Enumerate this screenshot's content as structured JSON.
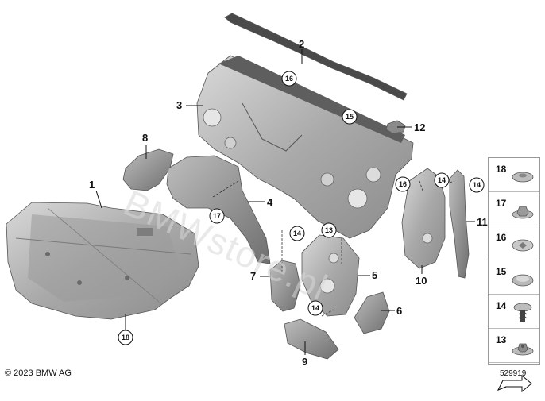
{
  "footer": {
    "copyright": "© 2023 BMW AG",
    "diagram_id": "529919"
  },
  "watermark": "BMWstore.pl",
  "part_labels": [
    {
      "id": "1",
      "text": "1"
    },
    {
      "id": "2",
      "text": "2"
    },
    {
      "id": "3",
      "text": "3"
    },
    {
      "id": "4",
      "text": "4"
    },
    {
      "id": "5",
      "text": "5"
    },
    {
      "id": "6",
      "text": "6"
    },
    {
      "id": "7",
      "text": "7"
    },
    {
      "id": "8",
      "text": "8"
    },
    {
      "id": "9",
      "text": "9"
    },
    {
      "id": "10",
      "text": "10"
    },
    {
      "id": "11",
      "text": "11"
    },
    {
      "id": "12",
      "text": "12"
    }
  ],
  "circled_labels": [
    {
      "id": "c16a",
      "text": "16"
    },
    {
      "id": "c15",
      "text": "15"
    },
    {
      "id": "c16b",
      "text": "16"
    },
    {
      "id": "c14a",
      "text": "14"
    },
    {
      "id": "c14b",
      "text": "14"
    },
    {
      "id": "c17",
      "text": "17"
    },
    {
      "id": "c14c",
      "text": "14"
    },
    {
      "id": "c13",
      "text": "13"
    },
    {
      "id": "c14d",
      "text": "14"
    },
    {
      "id": "c18",
      "text": "18"
    }
  ],
  "fastener_panel": [
    {
      "number": "18",
      "icon": "flat-clip-icon"
    },
    {
      "number": "17",
      "icon": "hex-nut-icon"
    },
    {
      "number": "16",
      "icon": "star-clip-icon"
    },
    {
      "number": "15",
      "icon": "dome-clip-icon"
    },
    {
      "number": "14",
      "icon": "expanding-rivet-icon"
    },
    {
      "number": "13",
      "icon": "flange-nut-icon"
    },
    {
      "number": "",
      "icon": "direction-arrow-icon"
    }
  ]
}
